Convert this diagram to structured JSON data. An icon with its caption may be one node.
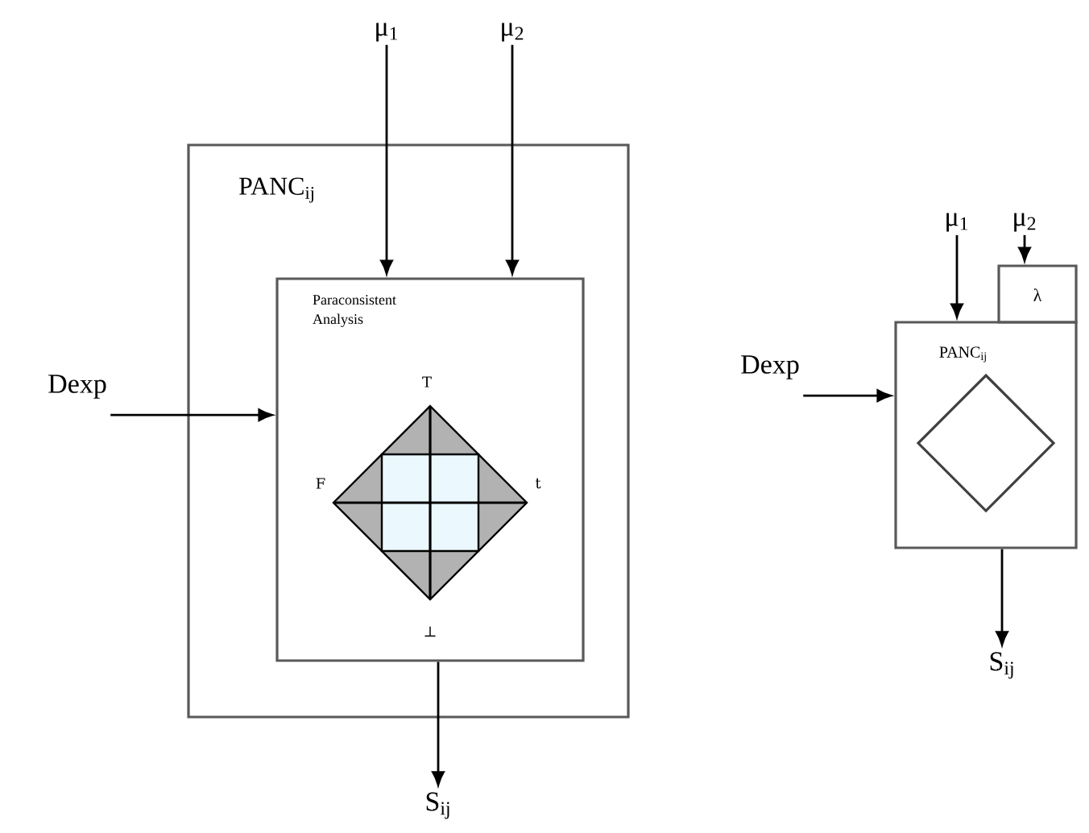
{
  "diagram": {
    "nodes": [
      {
        "text": [
          "μ$_{1}$"
        ]
      },
      {
        "text": [
          "μ$_{2}$"
        ]
      },
      {
        "text": [
          "PANC$_{ij}$"
        ]
      },
      {
        "text": [
          "Paraconsistent Analysis"
        ],
        "in": 2
      },
      {
        "text": [
          "Dexp"
        ]
      },
      {
        "text": [],
        "shape": "diamond",
        "in": 3,
        "beside": [
          "T",
          "F",
          "t",
          "⊥"
        ]
      },
      {
        "text": [
          "S$_{ij}$"
        ]
      },
      {
        "text": [
          "μ$_{1}$"
        ]
      },
      {
        "text": [
          "μ$_{2}$"
        ]
      },
      {
        "text": [
          "λ"
        ]
      },
      {
        "text": [
          "PANC$_{ij}$"
        ]
      },
      {
        "text": [
          "Dexp"
        ]
      },
      {
        "text": [],
        "shape": "diamond",
        "in": 10
      },
      {
        "text": [
          "S$_{ij}$"
        ]
      }
    ],
    "edges": [
      {
        "from": 0,
        "to": 3,
        "arrow": "to"
      },
      {
        "from": 1,
        "to": 3,
        "arrow": "to"
      },
      {
        "from": 4,
        "to": 3,
        "arrow": "to"
      },
      {
        "from": 3,
        "to": 6,
        "arrow": "to"
      },
      {
        "from": 7,
        "to": 10,
        "arrow": "to"
      },
      {
        "from": 8,
        "to": 9,
        "arrow": "to"
      },
      {
        "from": 11,
        "to": 10,
        "arrow": "to"
      },
      {
        "from": 10,
        "to": 13,
        "arrow": "to"
      }
    ]
  }
}
